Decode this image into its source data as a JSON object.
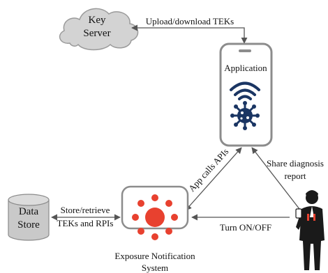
{
  "nodes": {
    "key_server": {
      "line1": "Key",
      "line2": "Server"
    },
    "application": {
      "label": "Application"
    },
    "data_store": {
      "line1": "Data",
      "line2": "Store"
    },
    "ens": {
      "line1": "Exposure Notification",
      "line2": "System"
    }
  },
  "edges": {
    "upload_download": "Upload/download TEKs",
    "app_calls_apis": "App calls APIs",
    "share_diagnosis_1": "Share diagnosis",
    "share_diagnosis_2": "report",
    "turn_on_off": "Turn ON/OFF",
    "store_retrieve_1": "Store/retrieve",
    "store_retrieve_2": "TEKs and RPIs"
  },
  "colors": {
    "cloud_fill": "#d3d3d3",
    "cloud_stroke": "#9a9a9a",
    "box_stroke": "#8c8c8c",
    "wifi_virus": "#1a3563",
    "ens_icon": "#e8412f",
    "cylinder_fill": "#c9c9c9",
    "person": "#1a1a1a",
    "arrow": "#555555"
  },
  "icons": {
    "server": "cloud-icon",
    "phone": "smartphone-icon",
    "wireless": "wifi-icon",
    "virus": "virus-icon",
    "ens": "exposure-notification-icon",
    "store": "database-icon",
    "user": "person-with-phone-icon"
  }
}
